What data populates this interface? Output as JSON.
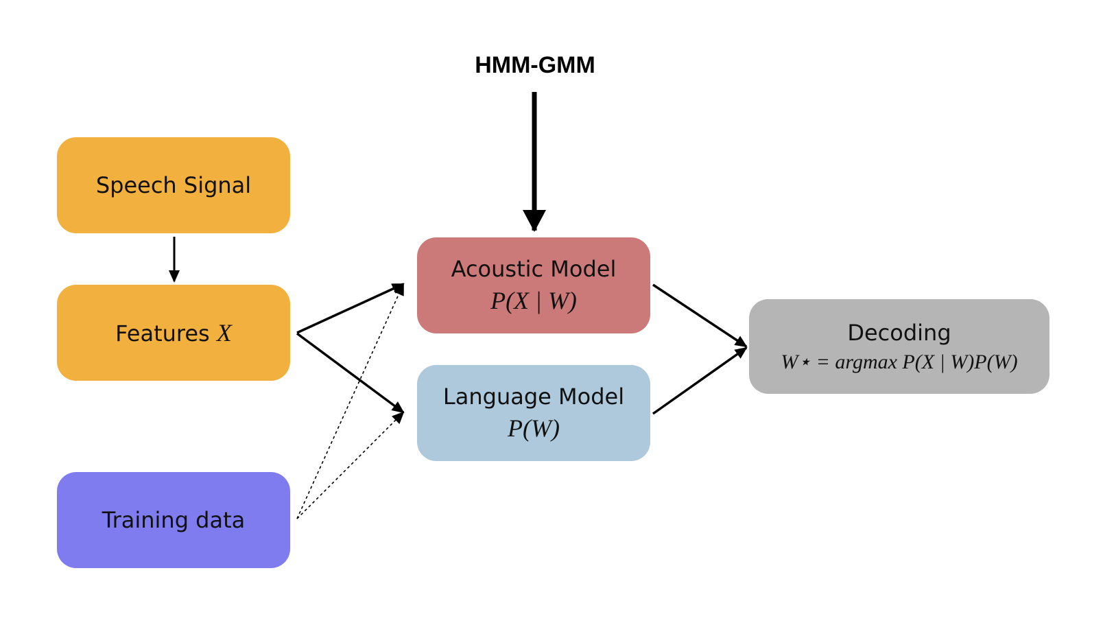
{
  "top_label": "HMM-GMM",
  "colors": {
    "input_box": "#f2b13e",
    "training_box": "#7f7cf0",
    "acoustic_box": "#cc7a79",
    "language_box": "#aec8dc",
    "decoding_box": "#b5b5b5",
    "arrow": "#000000"
  },
  "nodes": {
    "speech_signal": {
      "label": "Speech Signal"
    },
    "features": {
      "label": "Features",
      "math": "X"
    },
    "training_data": {
      "label": "Training data"
    },
    "acoustic_model": {
      "label": "Acoustic Model",
      "math": "P(X | W)"
    },
    "language_model": {
      "label": "Language Model",
      "math": "P(W)"
    },
    "decoding": {
      "label": "Decoding",
      "math": "W⋆ = argmax P(X | W)P(W)"
    }
  },
  "edges": [
    {
      "from": "HMM-GMM",
      "to": "acoustic_model",
      "style": "thick"
    },
    {
      "from": "speech_signal",
      "to": "features",
      "style": "solid"
    },
    {
      "from": "features",
      "to": "acoustic_model",
      "style": "solid"
    },
    {
      "from": "features",
      "to": "language_model",
      "style": "solid"
    },
    {
      "from": "training_data",
      "to": "acoustic_model",
      "style": "dotted"
    },
    {
      "from": "training_data",
      "to": "language_model",
      "style": "dotted"
    },
    {
      "from": "acoustic_model",
      "to": "decoding",
      "style": "solid"
    },
    {
      "from": "language_model",
      "to": "decoding",
      "style": "solid"
    }
  ]
}
